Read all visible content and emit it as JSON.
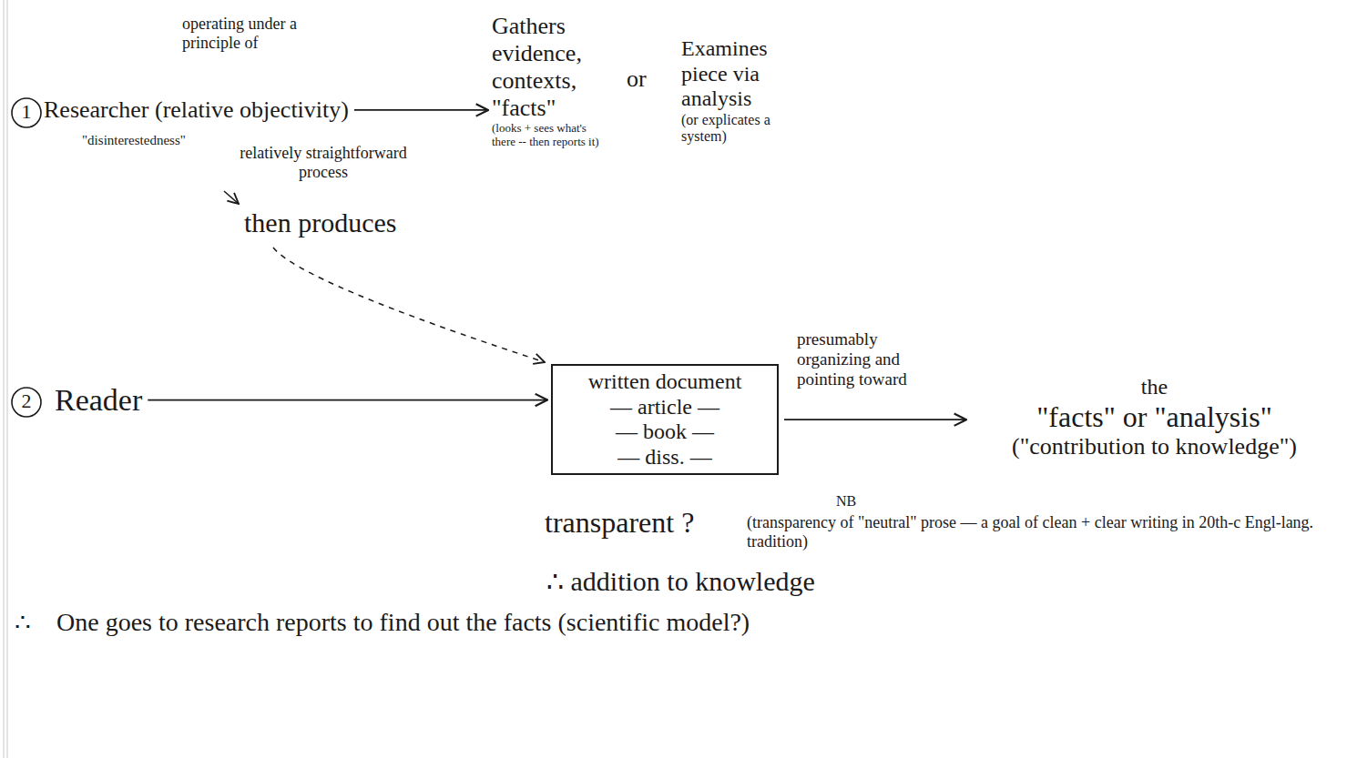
{
  "diagram": {
    "nodes": [
      {
        "text": [
          "Researcher (relative objectivity)"
        ]
      },
      {
        "text": [
          "Gathers evidence, contexts, \"facts\"",
          "(looks + sees what's there -- then reports it)"
        ]
      },
      {
        "text": [
          "Examines piece via analysis",
          "(or explicates a system)"
        ]
      },
      {
        "text": [
          "Reader"
        ]
      },
      {
        "text": [
          "written document",
          "— article —",
          "— book —",
          "— diss. —"
        ]
      },
      {
        "text": [
          "the",
          "\"facts\" or \"analysis\"",
          "(\"contribution to knowledge\")"
        ]
      }
    ],
    "edges": [
      {
        "from": 0,
        "to": 1,
        "arrow": "to"
      },
      {
        "from": 3,
        "to": 4,
        "arrow": "to"
      },
      {
        "from": 4,
        "to": 5,
        "arrow": "to",
        "label": "presumably organizing and pointing toward"
      }
    ],
    "labels": [
      "1",
      "operating under a principle of",
      "\"disinterestedness\"",
      "relatively straightforward process",
      "or",
      "then produces",
      "2",
      "transparent ?",
      "NB",
      "(transparency of \"neutral\" prose — a goal of clean + clear writing in 20th-c Engl-lang. tradition)",
      "∴ addition to knowledge",
      "∴",
      "One goes to research reports to find out the facts (scientific model?)"
    ]
  }
}
